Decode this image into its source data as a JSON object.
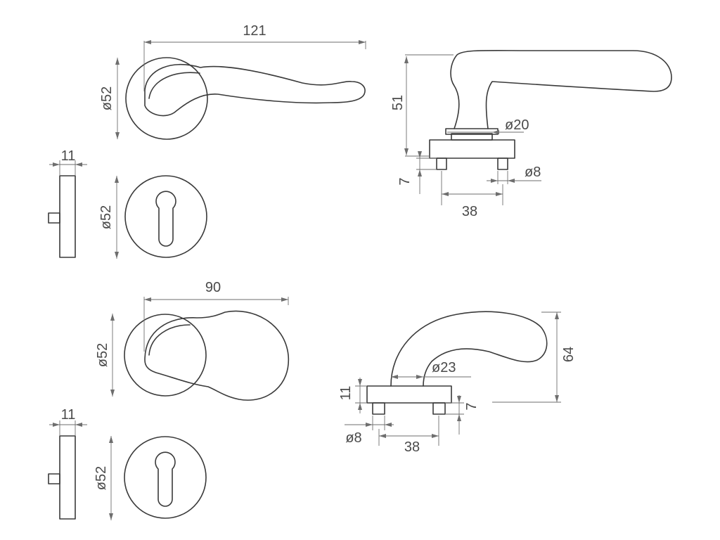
{
  "lever_handle": {
    "top_view": {
      "length_dim": "121",
      "rosette_dim": "ø52"
    },
    "side_view": {
      "height_dim": "51",
      "neck_dim": "ø20",
      "pin_dim": "ø8",
      "pin_height_dim": "7",
      "pin_spacing_dim": "38"
    },
    "escutcheon": {
      "thickness_dim": "11",
      "diameter_dim": "ø52"
    }
  },
  "knob_handle": {
    "top_view": {
      "length_dim": "90",
      "rosette_dim": "ø52"
    },
    "side_view": {
      "height_dim": "64",
      "neck_dim": "ø23",
      "base_dim": "11",
      "pin_dim": "ø8",
      "pin_height_dim": "7",
      "pin_spacing_dim": "38"
    },
    "escutcheon": {
      "thickness_dim": "11",
      "diameter_dim": "ø52"
    }
  }
}
